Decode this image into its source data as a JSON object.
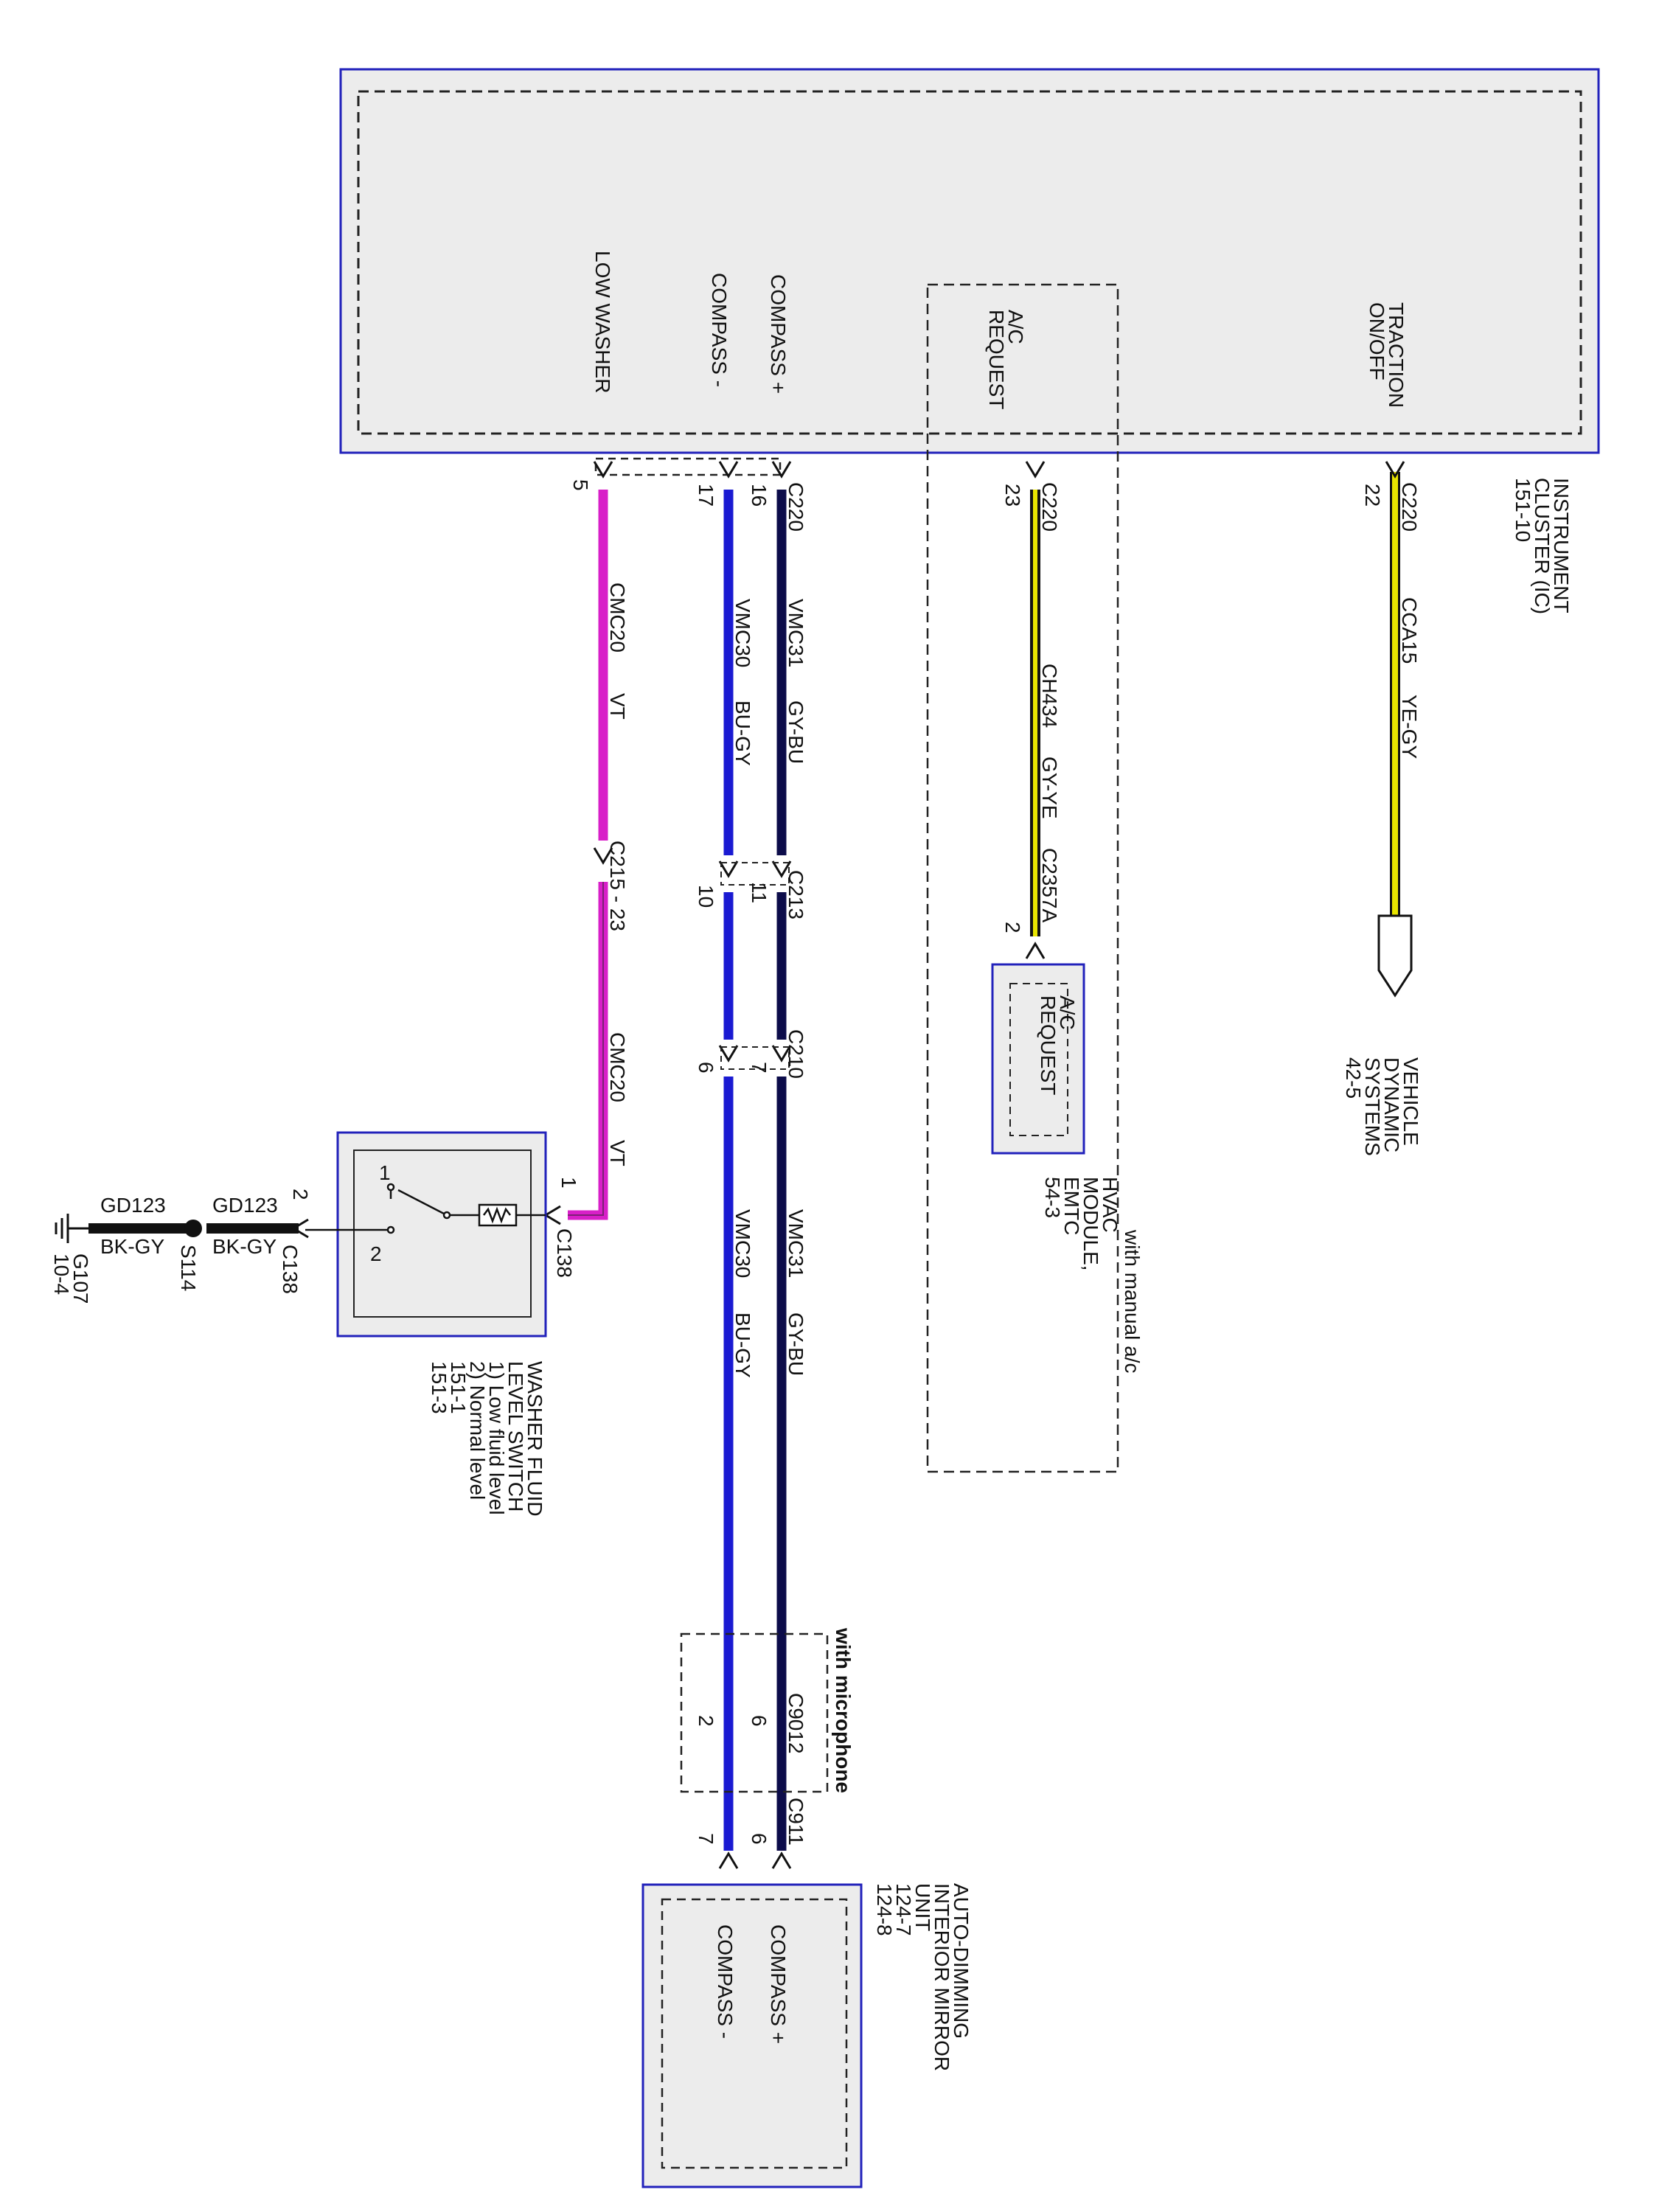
{
  "instrument_cluster": {
    "name_lines": [
      "INSTRUMENT",
      "CLUSTER (IC)",
      "151-10"
    ],
    "pins": {
      "low_washer": "LOW WASHER",
      "compass_minus": "COMPASS -",
      "compass_plus": "COMPASS +",
      "ac_request": [
        "A/C",
        "REQUEST"
      ],
      "traction": [
        "TRACTION",
        "ON/OFF"
      ]
    }
  },
  "connectors": {
    "c220": "C220",
    "c215_23": "C215 - 23",
    "c213": "C213",
    "c210": "C210",
    "c2357a": "C2357A",
    "c138": "C138",
    "c9012": "C9012",
    "c911": "C911",
    "s114": "S114",
    "g107": [
      "G107",
      "10-4"
    ]
  },
  "pin_numbers": {
    "p5": "5",
    "p17": "17",
    "p16": "16",
    "p23": "23",
    "p22": "22",
    "p10": "10",
    "p11": "11",
    "p6": "6",
    "p7": "7",
    "p2": "2",
    "p1": "1",
    "p2s": "2",
    "p6m": "6",
    "p2m": "2",
    "p7b": "7",
    "p6b": "6"
  },
  "wires": {
    "cmc20": "CMC20",
    "vt": "VT",
    "vmc30": "VMC30",
    "bu_gy": "BU-GY",
    "vmc31": "VMC31",
    "gy_bu": "GY-BU",
    "ch434": "CH434",
    "gy_ye": "GY-YE",
    "cca15": "CCA15",
    "ye_gy": "YE-GY",
    "gd123": "GD123",
    "bk_gy": "BK-GY"
  },
  "wire_colors": {
    "violet": "#d81fc8",
    "blue": "#1a1ad2",
    "navy": "#0c0c4a",
    "yellow": "#e8e400",
    "black": "#111111",
    "module_border": "#2222bb",
    "module_fill": "#ececec"
  },
  "components": {
    "vehicle_dynamic": [
      "VEHICLE",
      "DYNAMIC",
      "SYSTEMS",
      "42-5"
    ],
    "hvac_inner": [
      "A/C",
      "REQUEST"
    ],
    "hvac_name": [
      "HVAC",
      "MODULE,",
      "EMTC",
      "54-3"
    ],
    "washer_switch": [
      "WASHER FLUID",
      "LEVEL SWITCH",
      "1) Low fluid level",
      "2) Normal level",
      "151-1",
      "151-3"
    ],
    "mirror_name": [
      "AUTO-DIMMING",
      "INTERIOR MIRROR",
      "UNIT",
      "124-7",
      "124-8"
    ],
    "mirror_pins": {
      "compass_plus": "COMPASS +",
      "compass_minus": "COMPASS -"
    },
    "switch_pins": {
      "one": "1",
      "two": "2"
    }
  },
  "notes": {
    "manual_ac": "with manual a/c",
    "microphone": "with microphone"
  }
}
